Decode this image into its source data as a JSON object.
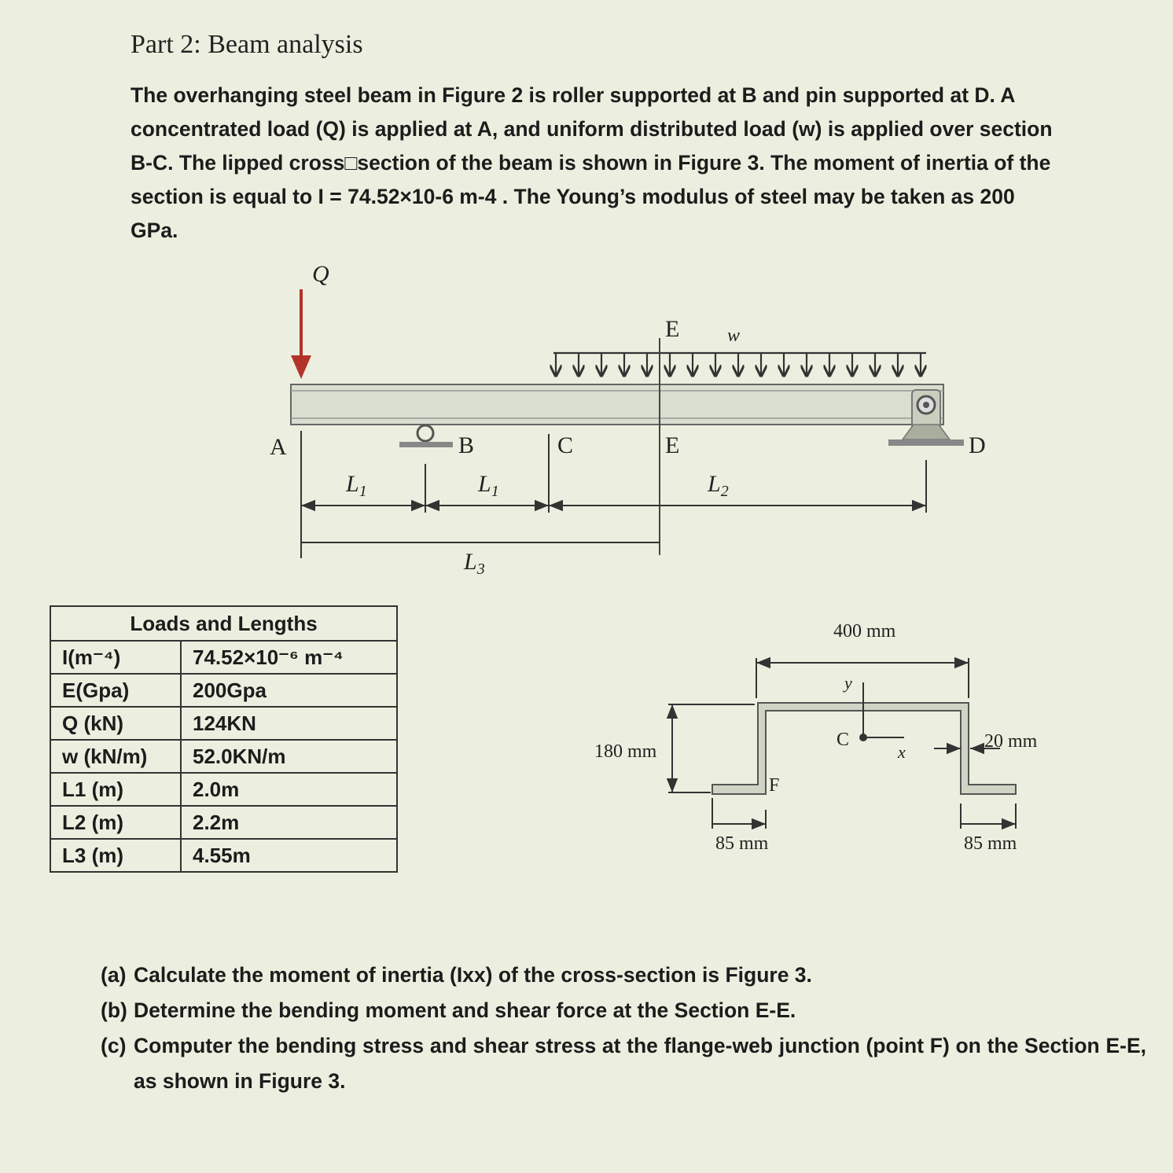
{
  "title": "Part 2: Beam analysis",
  "intro": [
    "The overhanging steel beam in Figure 2 is roller supported at B and pin supported at D. A",
    "concentrated load (Q) is applied at A, and uniform distributed load (w) is applied over section",
    "B-C. The lipped cross□section of the beam is shown in Figure 3. The moment of inertia of the",
    "section is equal to I = 74.52×10-6 m-4 . The Young’s modulus of steel may be taken as 200",
    "GPa."
  ],
  "beam_figure": {
    "load_label": "Q",
    "udl_label": "w",
    "section_label": "E",
    "points": {
      "a": "A",
      "b": "B",
      "c": "C",
      "e": "E",
      "d": "D"
    },
    "dim_l1": "L",
    "dim_l1_sub": "1",
    "dim_l2": "L",
    "dim_l2_sub": "2",
    "dim_l3": "L",
    "dim_l3_sub": "3",
    "load_color": "#b3322a"
  },
  "table": {
    "header": "Loads and Lengths",
    "rows": [
      {
        "k": "I(m⁻⁴)",
        "v": "74.52×10⁻⁶ m⁻⁴"
      },
      {
        "k": "E(Gpa)",
        "v": "200Gpa"
      },
      {
        "k": "Q (kN)",
        "v": "124KN"
      },
      {
        "k": "w (kN/m)",
        "v": "52.0KN/m"
      },
      {
        "k": "L1 (m)",
        "v": "2.0m"
      },
      {
        "k": "L2 (m)",
        "v": "2.2m"
      },
      {
        "k": "L3 (m)",
        "v": "4.55m"
      }
    ]
  },
  "section_figure": {
    "width_dim": "400 mm",
    "height_dim": "180 mm",
    "thickness_dim": "20 mm",
    "lip_left_dim": "85 mm",
    "lip_right_dim": "85 mm",
    "centroid_label": "C",
    "x_axis": "x",
    "y_axis": "y",
    "point_f": "F"
  },
  "questions": [
    {
      "num": "(a)",
      "text": "Calculate the moment of inertia (Ixx) of the cross-section is Figure 3."
    },
    {
      "num": "(b)",
      "text": "Determine the bending moment and shear force at the Section E-E."
    },
    {
      "num": "(c)",
      "text": "Computer the bending stress and shear stress at the flange-web junction (point F) on the Section E-E, as shown in Figure 3."
    }
  ]
}
